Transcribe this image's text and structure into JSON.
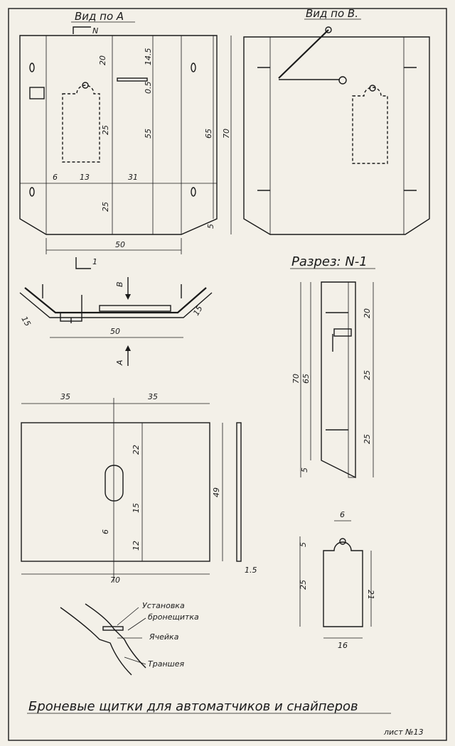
{
  "view_a": {
    "title": "Вид по А",
    "section_mark": "N",
    "dims": {
      "d20": "20",
      "d14_5": "14.5",
      "d0_5": "0.5",
      "d25a": "25",
      "d55": "55",
      "d65": "65",
      "d70": "70",
      "d6": "6",
      "d13": "13",
      "d31": "31",
      "d25b": "25",
      "d5": "5",
      "d50": "50"
    },
    "cut_marker": "1"
  },
  "view_b": {
    "title": "Вид по В."
  },
  "plan": {
    "dims": {
      "d15l": "15",
      "d15r": "15",
      "d50": "50"
    },
    "arrow_b": "В",
    "arrow_a": "А"
  },
  "section": {
    "title": "Разрез: N-1",
    "dims": {
      "d70": "70",
      "d65": "65",
      "d20": "20",
      "d25a": "25",
      "d25b": "25",
      "d5": "5"
    }
  },
  "plate": {
    "dims": {
      "d35l": "35",
      "d35r": "35",
      "d22": "22",
      "d15": "15",
      "d12": "12",
      "d49": "49",
      "d6": "6",
      "d70": "70",
      "d1_5": "1.5"
    }
  },
  "tag": {
    "dims": {
      "d6": "6",
      "d5": "5",
      "d25": "25",
      "d21": "21",
      "d16": "16"
    }
  },
  "legend": {
    "installation": "Установка",
    "shield": "бронещитка",
    "cell": "Ячейка",
    "trench": "Траншея"
  },
  "footer": {
    "title": "Броневые щитки для автоматчиков и снайперов",
    "sheet": "лист №13"
  }
}
